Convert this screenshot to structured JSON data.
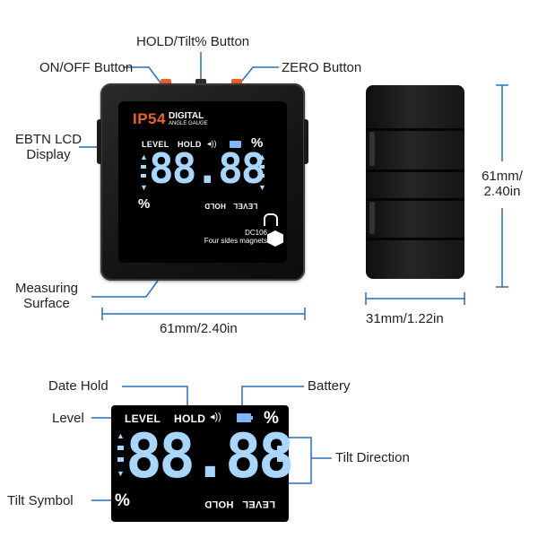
{
  "labels": {
    "hold_tilt_button": "HOLD/Tilt% Button",
    "on_off_button": "ON/OFF Button",
    "zero_button": "ZERO Button",
    "lcd_display_line1": "EBTN LCD",
    "lcd_display_line2": "Display",
    "measuring_line1": "Measuring",
    "measuring_line2": "Surface",
    "front_width": "61mm/2.40in",
    "side_width": "31mm/1.22in",
    "side_height_line1": "61mm/",
    "side_height_line2": "2.40in",
    "date_hold": "Date Hold",
    "battery": "Battery",
    "level": "Level",
    "tilt_direction": "Tilt Direction",
    "tilt_symbol": "Tilt Symbol"
  },
  "device": {
    "brand": "IP54",
    "brand_line1": "DIGITAL",
    "brand_line2": "ANGLE GAUGE",
    "level_text": "LEVEL",
    "hold_text": "HOLD",
    "percent": "%",
    "digits": "88.88",
    "hold_mirror": "HOLD",
    "level_mirror": "LEVEL",
    "model": "DC106",
    "magnets": "Four sides magnets"
  },
  "lcd": {
    "level_text": "LEVEL",
    "hold_text": "HOLD",
    "percent": "%",
    "digits": "88.88",
    "hold_mirror": "HOLD",
    "level_mirror": "LEVEL"
  },
  "colors": {
    "accent_blue": "#2a6db5",
    "lcd_blue": "#a9d6ff",
    "brand_orange": "#e8622c"
  }
}
